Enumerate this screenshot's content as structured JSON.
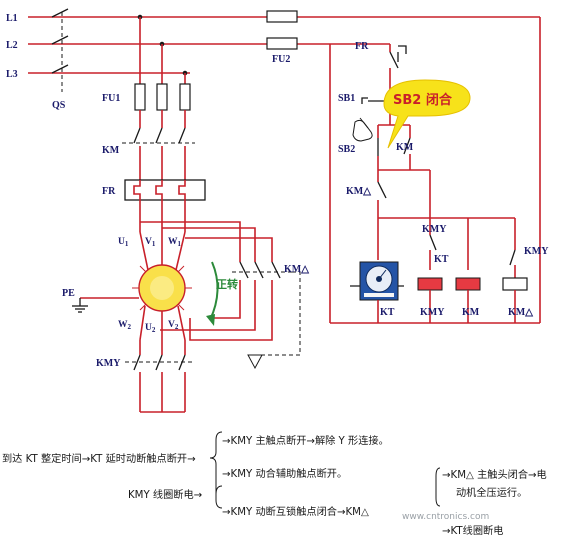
{
  "labels": {
    "l1": "L1",
    "l2": "L2",
    "l3": "L3",
    "qs": "QS",
    "fu1": "FU1",
    "fu2": "FU2",
    "fr_top": "FR",
    "sb1": "SB1",
    "sb2": "SB2",
    "km_main": "KM",
    "fr_main": "FR",
    "u1": "U",
    "v1": "V",
    "w1": "W",
    "u2": "U",
    "v2": "V",
    "w2": "W",
    "sub1": "1",
    "sub2": "2",
    "pe": "PE",
    "kmd_main": "KM△",
    "kmy_main": "KMY",
    "km_ctrl": "KM",
    "kmd_ctrl": "KM△",
    "kmy_ctrl1": "KMY",
    "kmy_ctrl2": "KMY",
    "kt_ctrl": "KT",
    "coil_kt": "KT",
    "coil_kmy": "KMY",
    "coil_km": "KM",
    "coil_kmd": "KM△",
    "rotation": "正转"
  },
  "callout": {
    "text": "SB2 闭合"
  },
  "notes": {
    "n1": "到达 KT 整定时间→KT 延时动断触点断开→",
    "n2": "→KMY 主触点断开→解除 Y 形连接。",
    "n3": "→KMY 动合辅助触点断开。",
    "n4": "KMY 线圈断电→",
    "n5": "→KMY 动断互锁触点闭合→KM△",
    "n6": "→KM△ 主触头闭合→电",
    "n7": "动机全压运行。",
    "n8": "→KT线圈断电"
  },
  "watermark": "www.cntronics.com",
  "colors": {
    "wire": "#c8202a",
    "label": "#1a1a6a",
    "callout": "#f7e21a",
    "motor": "#f9e04a"
  }
}
